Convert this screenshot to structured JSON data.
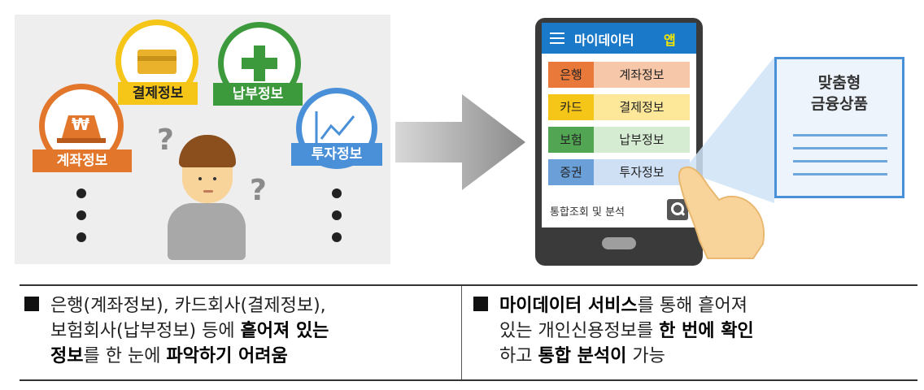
{
  "left": {
    "tags": {
      "payment": "결제정보",
      "tax": "납부정보",
      "account": "계좌정보",
      "invest": "투자정보"
    },
    "account_symbol": "₩",
    "question": "?",
    "colors": {
      "yellow": "#f5c518",
      "green": "#3c9a3c",
      "orange": "#e2762b",
      "blue": "#4a90d9",
      "panel": "#eeeeee"
    }
  },
  "phone": {
    "app_title": "마이데이터",
    "app_title_accent": "앱",
    "rows": [
      {
        "org": "은행",
        "info": "계좌정보",
        "org_color": "#e8793a",
        "info_color": "#f7c7a9"
      },
      {
        "org": "카드",
        "info": "결제정보",
        "org_color": "#f5c518",
        "info_color": "#fde89a"
      },
      {
        "org": "보험",
        "info": "납부정보",
        "org_color": "#52a552",
        "info_color": "#d6ecd2"
      },
      {
        "org": "증권",
        "info": "투자정보",
        "org_color": "#6a9fd8",
        "info_color": "#cfe0f4"
      }
    ],
    "search_label": "통합조회 및 분석"
  },
  "product": {
    "line1": "맞춤형",
    "line2": "금융상품"
  },
  "caption": {
    "left": {
      "l1": "은행(계좌정보), 카드회사(결제정보),",
      "l2_pre": "보험회사(납부정보) 등에 ",
      "l2_bold": "흩어져 있는",
      "l3_bold1": "정보",
      "l3_mid": "를 한 눈에 ",
      "l3_bold2": "파악하기 어려움"
    },
    "right": {
      "l1_bold": "마이데이터 서비스",
      "l1_rest": "를 통해 흩어져",
      "l2_pre": "있는 개인신용정보를 ",
      "l2_bold": "한 번에 확인",
      "l3_pre": "하고 ",
      "l3_bold": "통합 분석이",
      "l3_rest": " 가능"
    }
  }
}
